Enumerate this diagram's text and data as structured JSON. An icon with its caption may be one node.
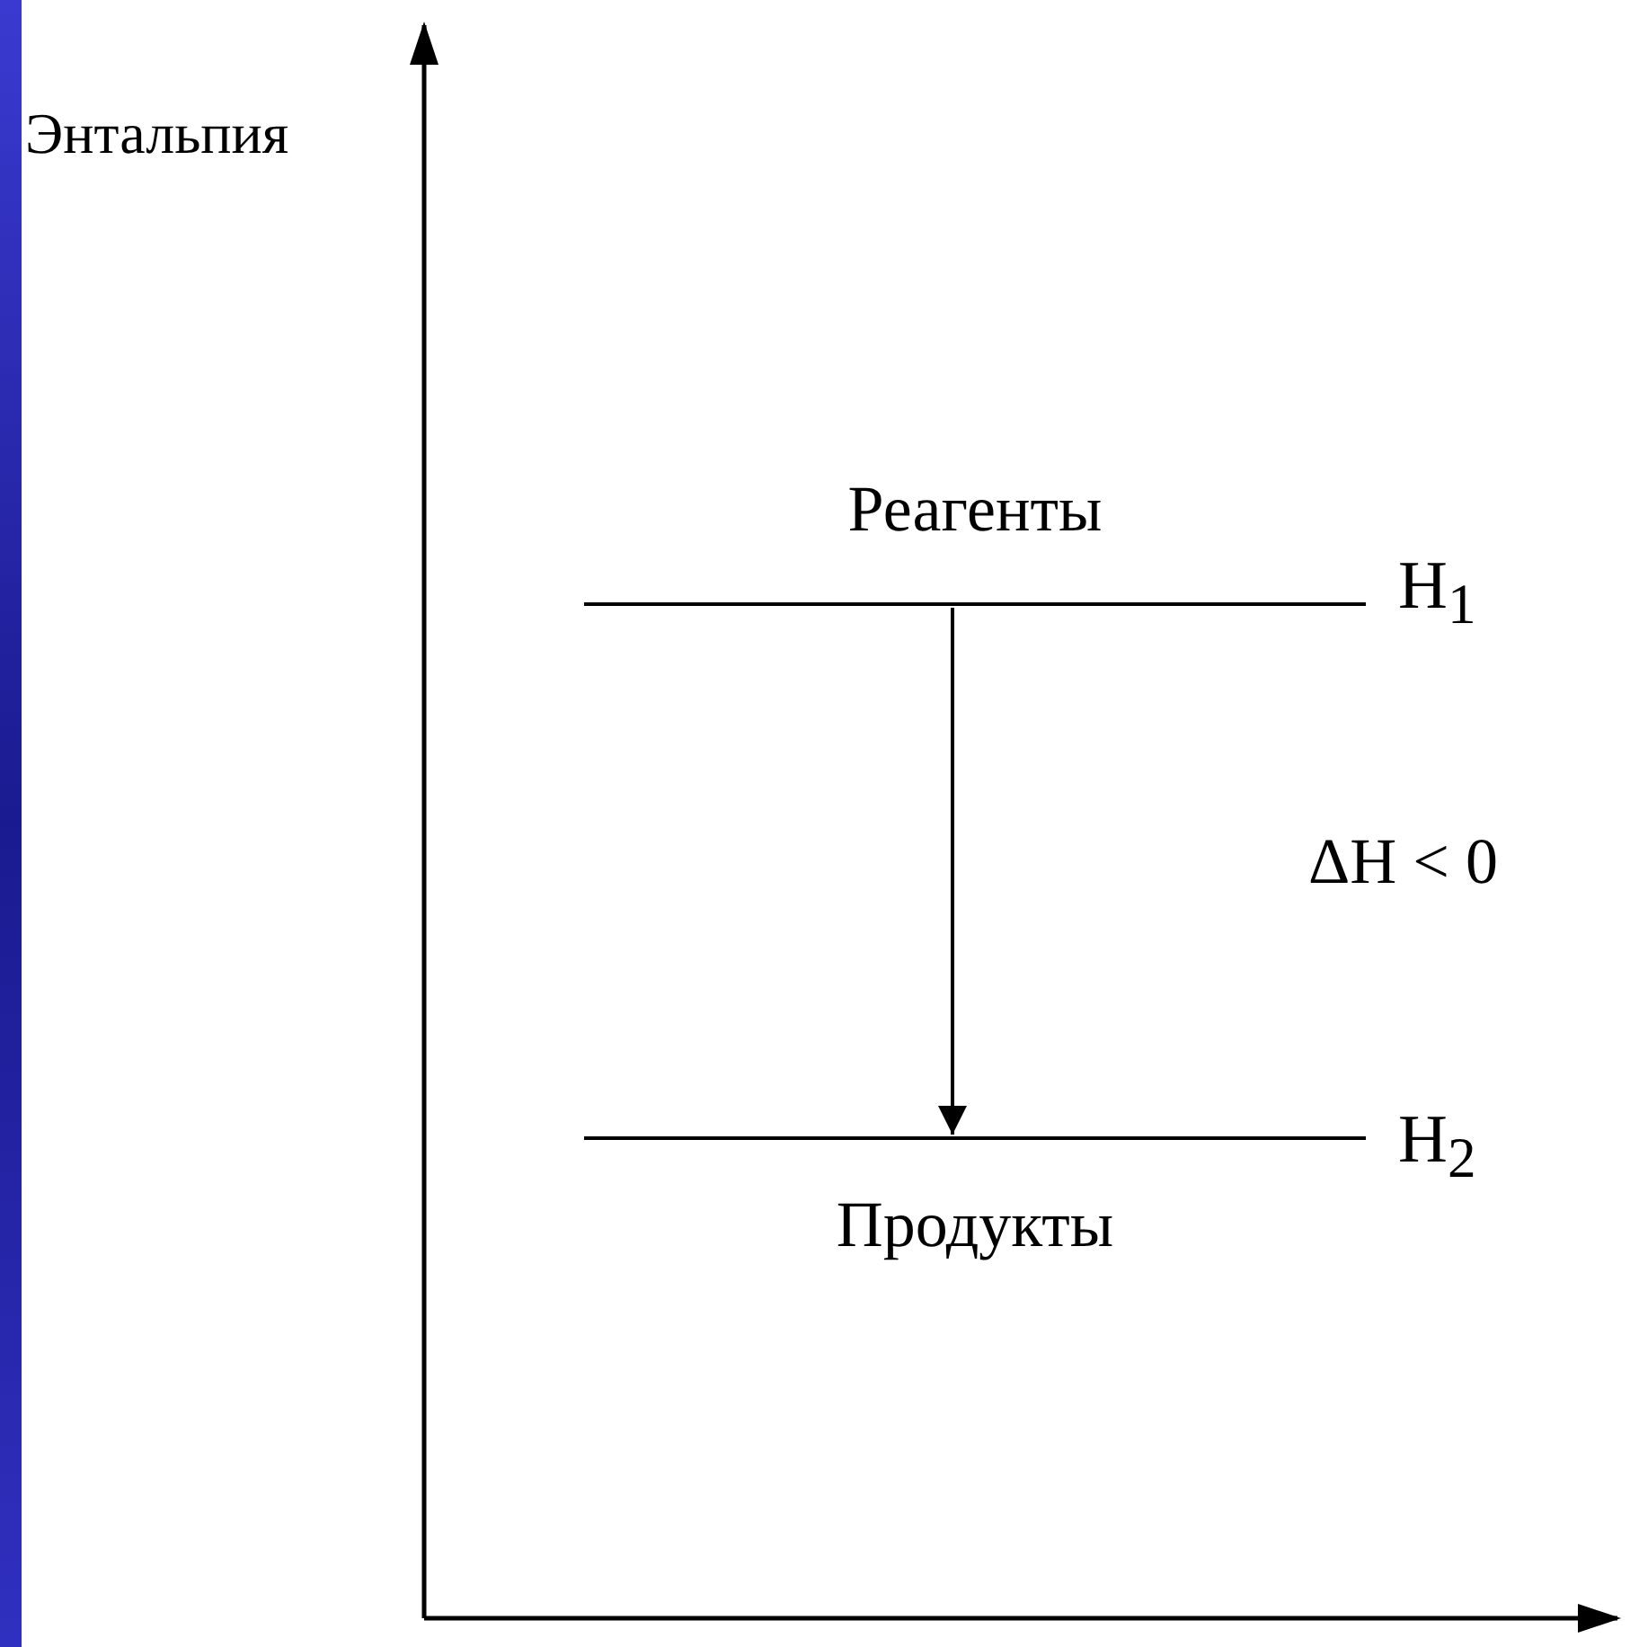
{
  "diagram": {
    "nodes": [
      {
        "text": [
          "Реагенты"
        ],
        "beside": [
          "H$_{1}$"
        ]
      },
      {
        "text": [
          "Продукты"
        ],
        "beside": [
          "H$_{2}$"
        ]
      }
    ],
    "edges": [
      {
        "from": 0,
        "to": 1,
        "arrow": "to"
      }
    ],
    "labels": [
      "Энтальпия",
      "ΔH < 0"
    ]
  }
}
